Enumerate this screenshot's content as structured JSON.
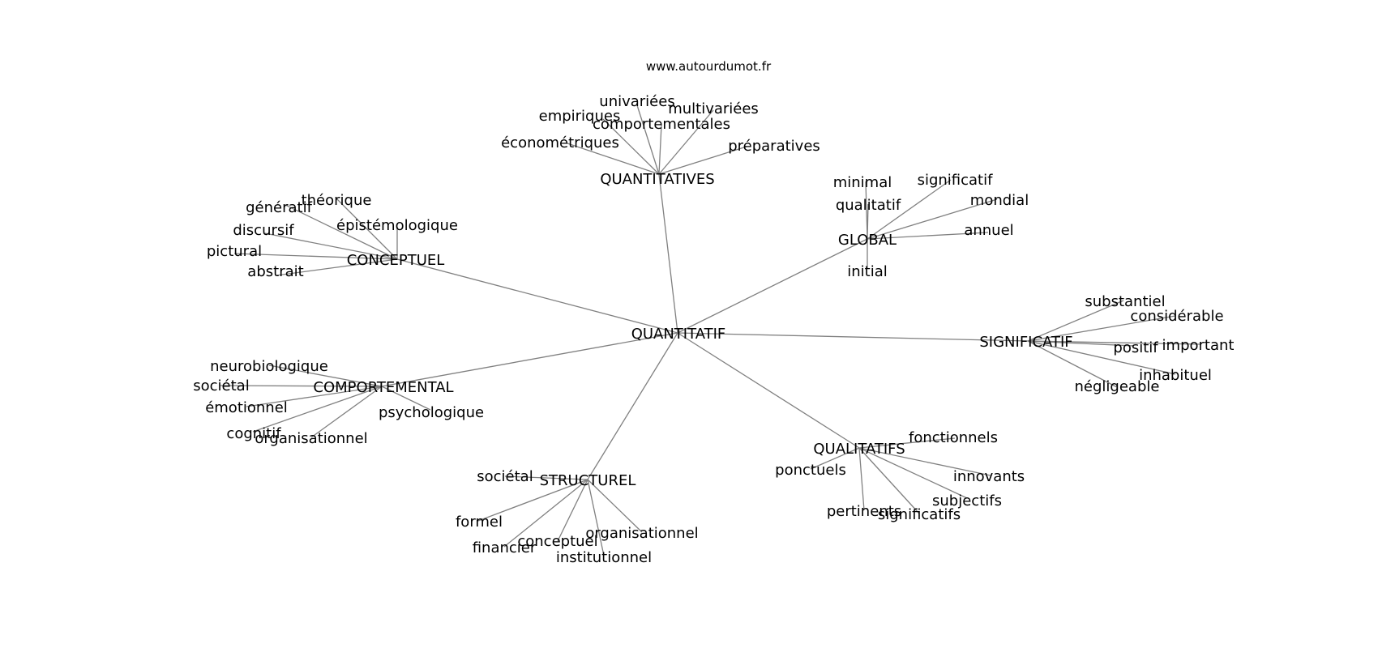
{
  "site": "www.autourdumot.fr",
  "colors": {
    "edge": "#808080",
    "text": "#000000",
    "background": "#ffffff"
  },
  "root": "QUANTITATIF",
  "clusters": [
    {
      "id": "quantitatives",
      "label": "QUANTITATIVES",
      "leaves": [
        "univariées",
        "empiriques",
        "multivariées",
        "comportementales",
        "économétriques",
        "préparatives"
      ]
    },
    {
      "id": "global",
      "label": "GLOBAL",
      "leaves": [
        "minimal",
        "significatif",
        "qualitatif",
        "mondial",
        "annuel",
        "initial"
      ]
    },
    {
      "id": "conceptuel",
      "label": "CONCEPTUEL",
      "leaves": [
        "théorique",
        "génératif",
        "épistémologique",
        "discursif",
        "pictural",
        "abstrait"
      ]
    },
    {
      "id": "significatif",
      "label": "SIGNIFICATIF",
      "leaves": [
        "substantiel",
        "considérable",
        "positif",
        "important",
        "inhabituel",
        "négligeable"
      ]
    },
    {
      "id": "comportemental",
      "label": "COMPORTEMENTAL",
      "leaves": [
        "neurobiologique",
        "sociétal",
        "émotionnel",
        "psychologique",
        "cognitif",
        "organisationnel"
      ]
    },
    {
      "id": "qualitatifs",
      "label": "QUALITATIFS",
      "leaves": [
        "fonctionnels",
        "ponctuels",
        "innovants",
        "subjectifs",
        "pertinents",
        "significatifs"
      ]
    },
    {
      "id": "structurel",
      "label": "STRUCTUREL",
      "leaves": [
        "sociétal",
        "formel",
        "organisationnel",
        "conceptuel",
        "financier",
        "institutionnel"
      ]
    }
  ]
}
